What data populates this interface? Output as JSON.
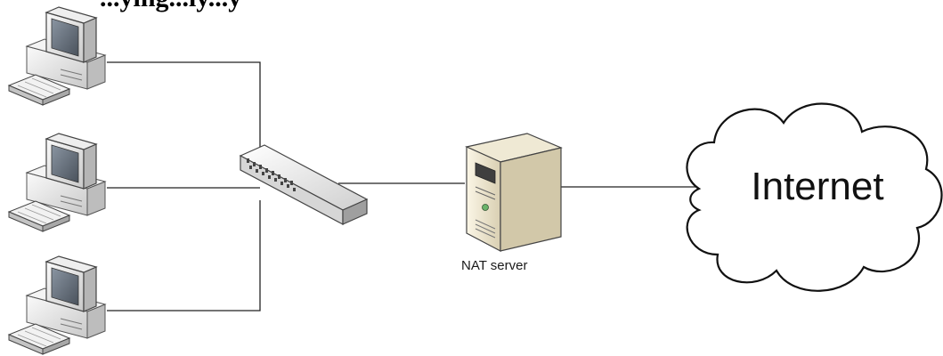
{
  "heading_fragment": "...ying...ly...y",
  "labels": {
    "nat_server": "NAT server",
    "internet": "Internet"
  },
  "nodes": [
    {
      "id": "pc-1",
      "kind": "workstation"
    },
    {
      "id": "pc-2",
      "kind": "workstation"
    },
    {
      "id": "pc-3",
      "kind": "workstation"
    },
    {
      "id": "switch",
      "kind": "network-switch"
    },
    {
      "id": "nat",
      "kind": "server",
      "label_key": "nat_server"
    },
    {
      "id": "internet",
      "kind": "cloud",
      "label_key": "internet"
    }
  ],
  "edges": [
    {
      "from": "pc-1",
      "to": "switch"
    },
    {
      "from": "pc-2",
      "to": "switch"
    },
    {
      "from": "pc-3",
      "to": "switch"
    },
    {
      "from": "switch",
      "to": "nat"
    },
    {
      "from": "nat",
      "to": "internet"
    }
  ],
  "colors": {
    "line": "#222222",
    "device_body": "#ececec",
    "device_shadow": "#b8b8b8",
    "screen": "#5f6873",
    "server_body": "#f3ecd6",
    "status_led": "#6ab36a"
  }
}
